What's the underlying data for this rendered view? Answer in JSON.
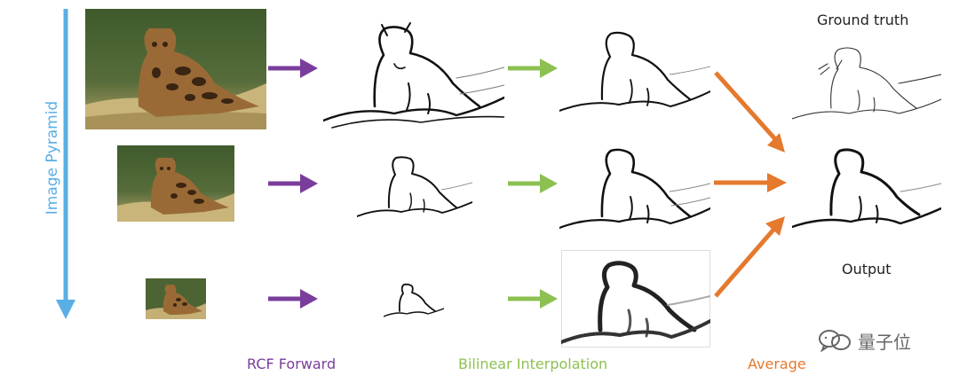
{
  "labels": {
    "image_pyramid": "Image Pyramid",
    "rcf_forward": "RCF Forward",
    "bilinear": "Bilinear Interpolation",
    "average": "Average",
    "ground_truth": "Ground truth",
    "output": "Output"
  },
  "watermark": "量子位",
  "colors": {
    "pyramid_blue": "#5aaee6",
    "rcf_purple": "#7a3d9c",
    "bilinear_green": "#8cc152",
    "average_orange": "#e5792e"
  }
}
